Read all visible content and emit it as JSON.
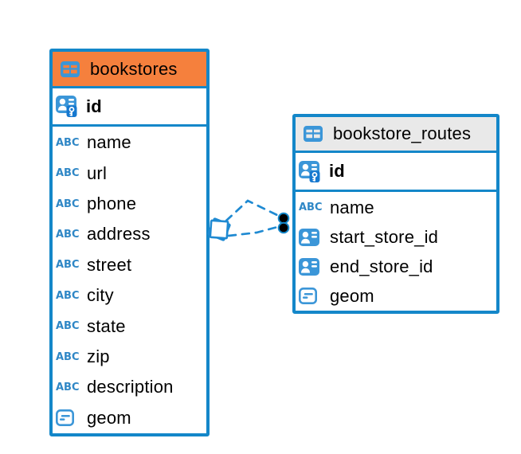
{
  "tables": [
    {
      "name": "bookstores",
      "primary_key": "id",
      "header_color": "#f5803d",
      "columns": [
        {
          "name": "name",
          "type": "text"
        },
        {
          "name": "url",
          "type": "text"
        },
        {
          "name": "phone",
          "type": "text"
        },
        {
          "name": "address",
          "type": "text"
        },
        {
          "name": "street",
          "type": "text"
        },
        {
          "name": "city",
          "type": "text"
        },
        {
          "name": "state",
          "type": "text"
        },
        {
          "name": "zip",
          "type": "text"
        },
        {
          "name": "description",
          "type": "text"
        },
        {
          "name": "geom",
          "type": "geometry"
        }
      ]
    },
    {
      "name": "bookstore_routes",
      "primary_key": "id",
      "header_color": "#e9e9e9",
      "columns": [
        {
          "name": "name",
          "type": "text"
        },
        {
          "name": "start_store_id",
          "type": "reference"
        },
        {
          "name": "end_store_id",
          "type": "reference"
        },
        {
          "name": "geom",
          "type": "geometry"
        }
      ]
    }
  ],
  "relationships": [
    {
      "from_table": "bookstore_routes",
      "from_column": "start_store_id",
      "to_table": "bookstores"
    },
    {
      "from_table": "bookstore_routes",
      "from_column": "end_store_id",
      "to_table": "bookstores"
    }
  ],
  "icons": {
    "text_type_label": "ABC"
  },
  "colors": {
    "table_border": "#1487c9",
    "bookstores_header": "#f5803d",
    "routes_header": "#e9e9e9",
    "icon_blue": "#3b96d8",
    "key_block_blue": "#1678cf",
    "connector_blue": "#1f8ad2",
    "text": "#000000"
  }
}
